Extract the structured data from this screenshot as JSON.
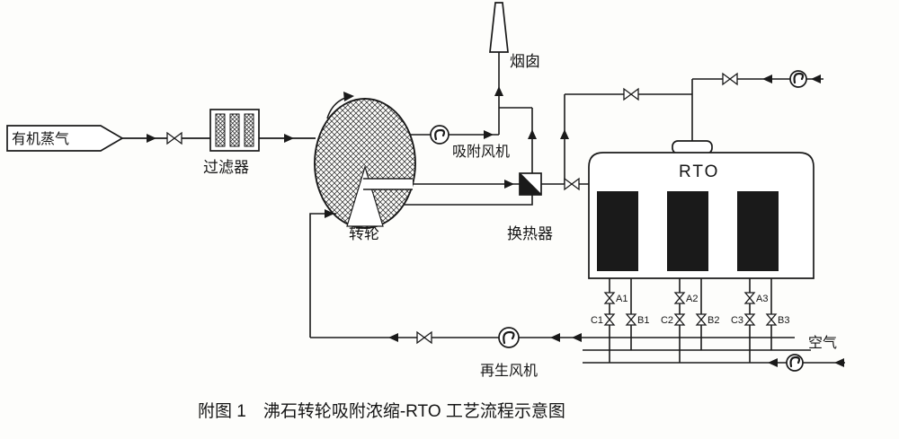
{
  "diagram": {
    "caption": "附图 1　沸石转轮吸附浓缩-RTO 工艺流程示意图",
    "labels": {
      "inlet": "有机蒸气",
      "filter": "过滤器",
      "rotor": "转轮",
      "adsorption_fan": "吸附风机",
      "chimney": "烟囱",
      "heat_exchanger": "换热器",
      "rto": "RTO",
      "regen_fan": "再生风机",
      "air": "空气"
    },
    "valve_labels": [
      "A1",
      "B1",
      "C1",
      "A2",
      "B2",
      "C2",
      "A3",
      "B3",
      "C3"
    ],
    "colors": {
      "line": "#1a1a1a",
      "text": "#151515",
      "background": "#fdfdfb"
    }
  }
}
